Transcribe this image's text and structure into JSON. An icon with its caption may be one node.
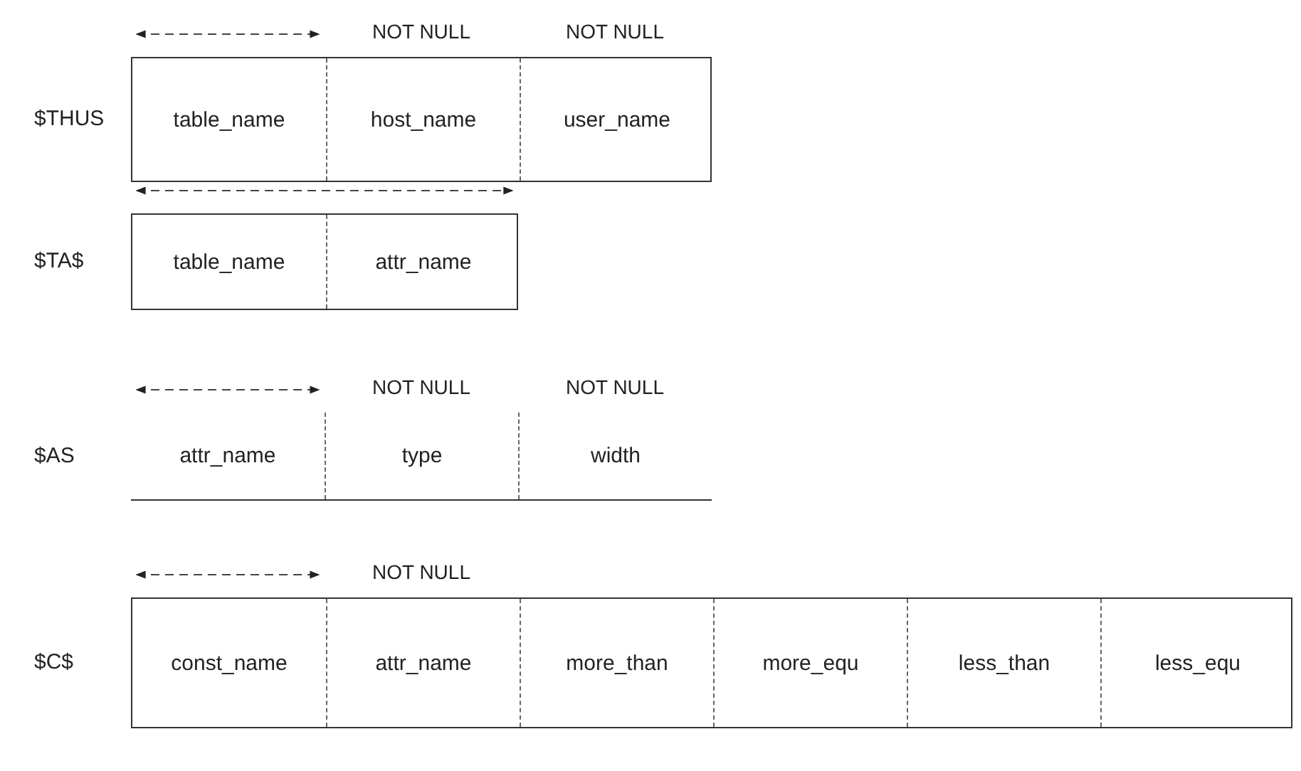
{
  "diagram": {
    "nodes": [
      {
        "text": [
          "table_name",
          "host_name",
          "user_name"
        ],
        "beside": [
          "$THUS"
        ]
      },
      {
        "text": [
          "table_name",
          "attr_name"
        ],
        "beside": [
          "$TA$"
        ]
      },
      {
        "text": [
          "attr_name",
          "type",
          "width"
        ],
        "beside": [
          "$AS"
        ]
      },
      {
        "text": [
          "const_name",
          "attr_name",
          "more_than",
          "more_equ",
          "less_than",
          "less_equ"
        ],
        "beside": [
          "$C$"
        ]
      }
    ],
    "labels": [
      "NOT NULL",
      "NOT NULL",
      "NOT NULL",
      "NOT NULL",
      "NOT NULL"
    ]
  }
}
